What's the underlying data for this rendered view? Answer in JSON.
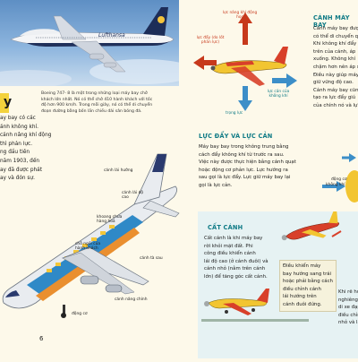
{
  "photo": {
    "livery": "Lufthansa",
    "caption_lines": [
      "Boeing 747- 8 là một trong những loại máy bay chở",
      "khách lớn nhất. Nó có thể chở 410 hành khách với tốc",
      "độ hơn 900 km/h. Trong mỗi giây, nó có thể di chuyển",
      "đoạn đường bằng bốn lần chiều dài sân bóng đá."
    ]
  },
  "left_column": {
    "lines": [
      "ay bay có các",
      "ánh không khí.",
      "cánh nâng khí động",
      "thì phản lực.",
      "ng đầu tiên",
      "năm 1903, đến",
      "ay đã được phát",
      "ay và đón sự."
    ],
    "first_letter_fragment": "y"
  },
  "page_number": "6",
  "cutaway": {
    "labels": {
      "wing_flap": "cánh lái hướng",
      "elevator": "cánh lái độ cao",
      "cargo": "khoang chứa hàng hoá",
      "seats": "chỗ ngồi của hành khách",
      "wing": "cánh tà sau",
      "main_wing": "cánh nâng chính",
      "engine": "động cơ"
    }
  },
  "forces": {
    "lift_label": "lực nâng khí động học",
    "thrust_label": "lực đẩy (do lốt phản lực)",
    "weight_label": "trọng lực",
    "drag_label": "lực cản của không khí"
  },
  "section_wing": {
    "title": "CÁNH MÁY BAY",
    "lines": [
      "Cánh máy bay đượ",
      "có thể di chuyển q",
      "Khi không khí đẩy",
      "trên của cánh, áp",
      "xuống. Không khí",
      "chậm hơn nên áp s",
      "Điều này giúp máy",
      "giữ vững độ cao.",
      "",
      "Cánh máy bay cũn",
      "tạo ra lực đẩy giú",
      "của chính nó và lự"
    ]
  },
  "section_thrust": {
    "title": "LỰC ĐẨY VÀ LỰC CẢN",
    "lines": [
      "Máy bay bay trong không trung bằng",
      "cách đẩy không khí từ trước ra sau.",
      "Việc này được thực hiện bằng cánh quạt",
      "hoặc động cơ phản lực. Lực hướng ra",
      "sau gọi là lực đẩy. Lực giữ máy bay lại",
      "gọi là lực cản."
    ],
    "engine_label": "động cơ",
    "air_label": "không khí"
  },
  "section_takeoff": {
    "title": "CẤT CÁNH",
    "lines": [
      "Cất cánh là khi máy bay",
      "rời khỏi mặt đất. Phi",
      "công điều khiển cánh",
      "lái độ cao (ở cánh đuôi) và",
      "cánh nhỏ (nằm trên cánh",
      "lớn) để tăng góc cất cánh."
    ],
    "inset_lines": [
      "Điều khiển máy",
      "bay hướng sang trái",
      "hoặc phải bằng cách",
      "điều chỉnh cánh",
      "lái hướng trên",
      "cánh đuôi đứng."
    ],
    "right_fragment": [
      "Khi rẽ hướ",
      "nghiêng c",
      "di xe đạp",
      "điều chỉnh",
      "nhỏ và lái"
    ]
  },
  "colors": {
    "accent_teal": "#0e7a85",
    "accent_yellow": "#f3d23c",
    "red_arrow": "#c7391c",
    "blue_arrow": "#3c8ec8",
    "plane_red": "#d8402a",
    "plane_yellow": "#f2c531"
  }
}
